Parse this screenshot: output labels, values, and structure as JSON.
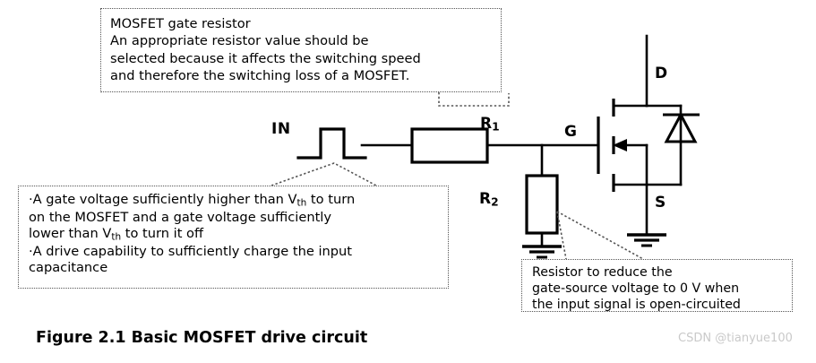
{
  "figure": {
    "caption": "Figure 2.1 Basic MOSFET drive circuit",
    "watermark": "CSDN @tianyue100"
  },
  "callouts": {
    "gate_resistor": {
      "title": "MOSFET gate resistor",
      "body": "MOSFET gate resistor\n    An appropriate resistor value should be\nselected because it affects the switching speed\nand therefore the switching loss of a MOSFET."
    },
    "gate_voltage": {
      "line1_a": "·A gate voltage sufficiently higher than V",
      "line1_sub": "th",
      "line1_b": " to turn",
      "line2": "on the MOSFET and a gate voltage sufficiently",
      "line3_a": "lower than V",
      "line3_sub": "th",
      "line3_b": " to turn it off",
      "line4": "·A drive capability to sufficiently charge the input",
      "line5": "capacitance"
    },
    "pulldown": {
      "line1": "Resistor to reduce the",
      "line2": "gate-source voltage to 0 V when",
      "line3": "the input signal is open-circuited"
    }
  },
  "circuit": {
    "labels": {
      "input": "IN",
      "r1": "R",
      "r1_sub": "1",
      "r2": "R",
      "r2_sub": "2",
      "gate": "G",
      "drain": "D",
      "source": "S"
    },
    "components": {
      "r1_name": "gate-resistor-R1",
      "r2_name": "pulldown-resistor-R2",
      "mosfet_name": "n-channel-mosfet",
      "body_diode_name": "body-diode",
      "source_ground_name": "source-ground",
      "r2_ground_name": "r2-ground",
      "input_waveform_name": "input-pulse-waveform"
    }
  },
  "colors": {
    "stroke": "#000000",
    "callout_border": "#555555",
    "background": "#ffffff",
    "watermark": "#c9c9c9"
  }
}
